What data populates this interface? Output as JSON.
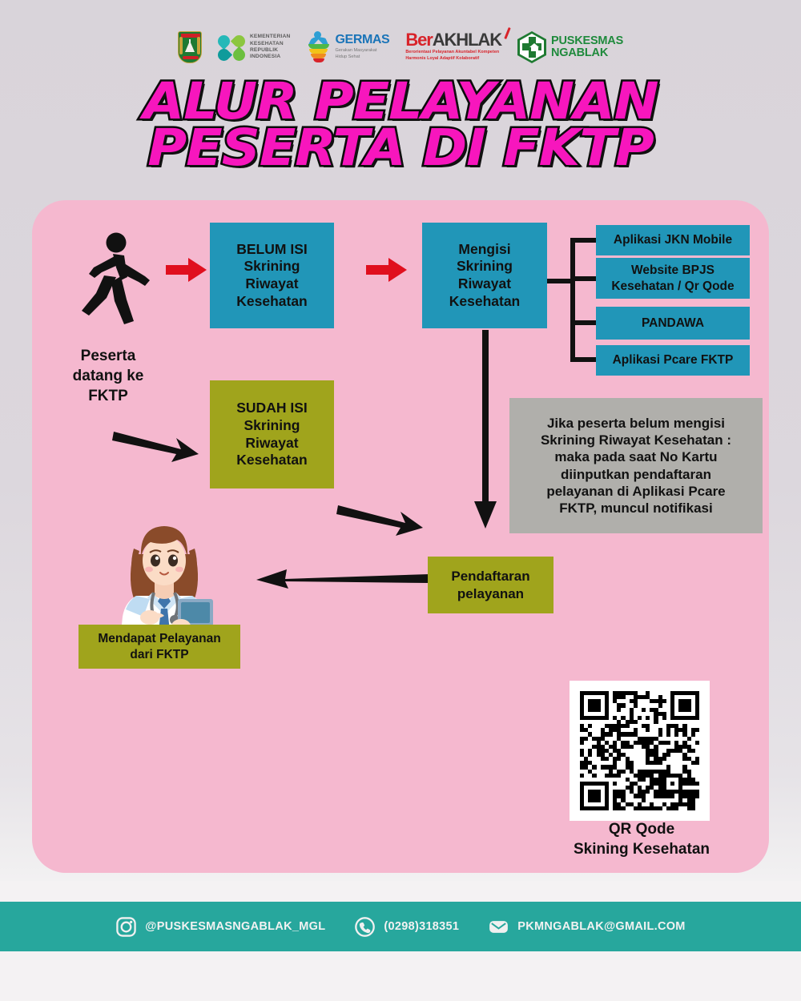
{
  "header": {
    "logos": [
      {
        "name": "kabupaten-magelang-crest",
        "label": ""
      },
      {
        "name": "kemenkes-logo",
        "label": "KEMENTERIAN\nKESEHATAN\nREPUBLIK\nINDONESIA",
        "lines": [
          "KEMENTERIAN",
          "KESEHATAN",
          "REPUBLIK",
          "INDONESIA"
        ]
      },
      {
        "name": "germas-logo",
        "word": "GERMAS",
        "sub1": "Gerakan Masyarakat",
        "sub2": "Hidup Sehat"
      },
      {
        "name": "berakhlak-logo",
        "part1": "Ber",
        "part2": "AKHLAK",
        "sub1": "Berorientasi Pelayanan Akuntabel Kompeten",
        "sub2": "Harmonis Loyal Adaptif Kolaboratif"
      },
      {
        "name": "puskesmas-ngablak-logo",
        "line1": "PUSKESMAS",
        "line2": "NGABLAK"
      }
    ]
  },
  "title": {
    "line1": "ALUR PELAYANAN",
    "line2": "PESERTA DI FKTP",
    "color": "#f716bd",
    "outline": "#0a0a0a"
  },
  "flow": {
    "entry_caption": "Peserta\ndatang ke\nFKTP",
    "entry_caption_lines": [
      "Peserta",
      "datang ke",
      "FKTP"
    ],
    "belum_isi": "BELUM ISI\nSkrining\nRiwayat\nKesehatan",
    "belum_isi_lines": [
      "BELUM ISI",
      "Skrining",
      "Riwayat",
      "Kesehatan"
    ],
    "mengisi": "Mengisi\nSkrining\nRiwayat\nKesehatan",
    "mengisi_lines": [
      "Mengisi",
      "Skrining",
      "Riwayat",
      "Kesehatan"
    ],
    "sudah_isi": "SUDAH ISI\nSkrining\nRiwayat\nKesehatan",
    "sudah_isi_lines": [
      "SUDAH ISI",
      "Skrining",
      "Riwayat",
      "Kesehatan"
    ],
    "channels": [
      {
        "label": "Aplikasi JKN Mobile"
      },
      {
        "label": "Website BPJS\nKesehatan / Qr Qode",
        "lines": [
          "Website BPJS",
          "Kesehatan / Qr Qode"
        ]
      },
      {
        "label": "PANDAWA"
      },
      {
        "label": "Aplikasi Pcare FKTP"
      }
    ],
    "note": "Jika peserta belum mengisi Skrining Riwayat Kesehatan : maka pada saat No Kartu diinputkan pendaftaran pelayanan di Aplikasi Pcare FKTP, muncul notifikasi",
    "note_lines": [
      "Jika peserta belum mengisi",
      "Skrining Riwayat Kesehatan :",
      "maka pada saat No Kartu",
      "diinputkan pendaftaran",
      "pelayanan di Aplikasi Pcare",
      "FKTP, muncul notifikasi"
    ],
    "pendaftaran": "Pendaftaran\npelayanan",
    "pendaftaran_lines": [
      "Pendaftaran",
      "pelayanan"
    ],
    "mendapat": "Mendapat Pelayanan\ndari FKTP",
    "mendapat_lines": [
      "Mendapat Pelayanan",
      "dari FKTP"
    ]
  },
  "qr": {
    "caption_line1": "QR Qode",
    "caption_line2": "Skining Kesehatan"
  },
  "footer": {
    "instagram": "@PUSKESMASNGABLAK_MGL",
    "phone": "(0298)318351",
    "email": "PKMNGABLAK@GMAIL.COM",
    "bar_color": "#27a79d"
  },
  "colors": {
    "page_bg": "#dcd7dd",
    "panel": "#f5b8cf",
    "teal_box": "#2196b8",
    "olive_box": "#a0a41c",
    "gray_box": "#b0afab",
    "arrow_red": "#e00f1e",
    "arrow_black": "#111111"
  }
}
